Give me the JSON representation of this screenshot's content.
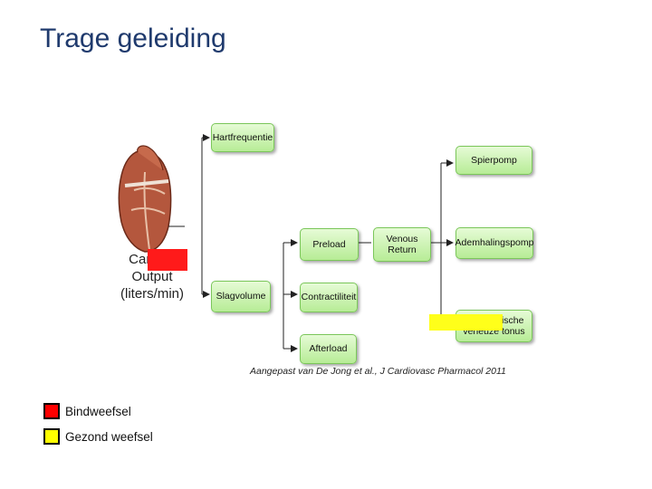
{
  "slide": {
    "title": "Trage geleiding"
  },
  "diagram": {
    "cardiac_output": "Cardiac\nOutput\n(liters/min)",
    "nodes": {
      "heart_rate": "Hartfrequentie",
      "spleen_pump": "Spierpomp",
      "preload": "Preload",
      "venous_return": "Venous\nReturn",
      "breathing_pump": "Ademhalingspomp",
      "stroke_volume": "Slagvolume",
      "contractility": "Contractiliteit",
      "venous_tone": "Sympathische\nveneuze tonus",
      "afterload": "Afterload"
    },
    "source": "Aangepast van De Jong et al., J Cardiovasc Pharmacol 2011"
  },
  "legend": {
    "items": [
      {
        "label": "Bindweefsel",
        "color": "#ff0000"
      },
      {
        "label": "Gezond weefsel",
        "color": "#ffff00"
      }
    ]
  }
}
